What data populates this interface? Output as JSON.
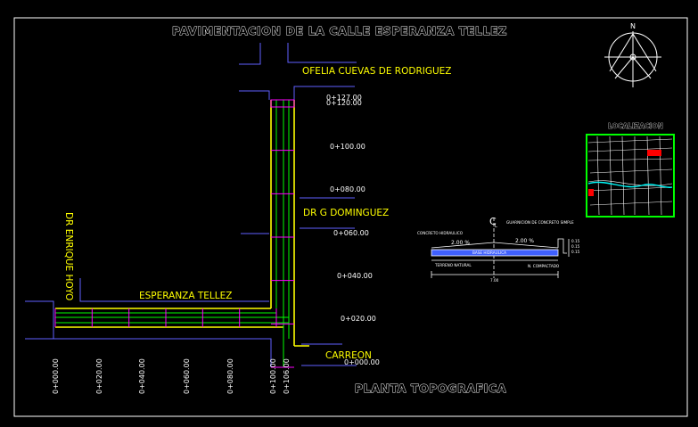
{
  "title": "PAVIMENTACION DE LA CALLE ESPERANZA TELLEZ",
  "subtitle": "PLANTA TOPOGRAFICA",
  "north_label": "N",
  "location_label": "LOCALIZACION",
  "streets": {
    "ofelia": "OFELIA CUEVAS DE RODRIGUEZ",
    "dominguez": "DR G DOMINGUEZ",
    "enrique": "DR ENRIQUE HOYO",
    "esperanza": "ESPERANZA TELLEZ",
    "carreon": "CARREON"
  },
  "vertical_stations": [
    "0+127.00",
    "0+120.00",
    "0+100.00",
    "0+080.00",
    "0+060.00",
    "0+040.00",
    "0+020.00",
    "0+000.00"
  ],
  "horizontal_stations": [
    "0+000.00",
    "0+020.00",
    "0+040.00",
    "0+060.00",
    "0+080.00",
    "0+100.00",
    "0+106.00"
  ],
  "section": {
    "label_left": "CONCRETO HIDRAULICO",
    "label_right": "GUARNICION DE CONCRETO SIMPLE",
    "slope_left": "2.00 %",
    "slope_right": "2.00 %",
    "base": "BASE HIDRAULICA",
    "natural": "TERRENO NATURAL",
    "compacted": "N. COMPACTADO",
    "width": "7.00",
    "thickness_1": "0.15",
    "thickness_2": "0.15",
    "thickness_3": "0.15",
    "centerline": "C",
    "centerline_sub": "L"
  },
  "colors": {
    "background": "#000000",
    "road": "#ffff00",
    "axis": "#00ff00",
    "grid": "#ff00ff",
    "property_lines": "#6060ff",
    "text": "#ffffff"
  }
}
